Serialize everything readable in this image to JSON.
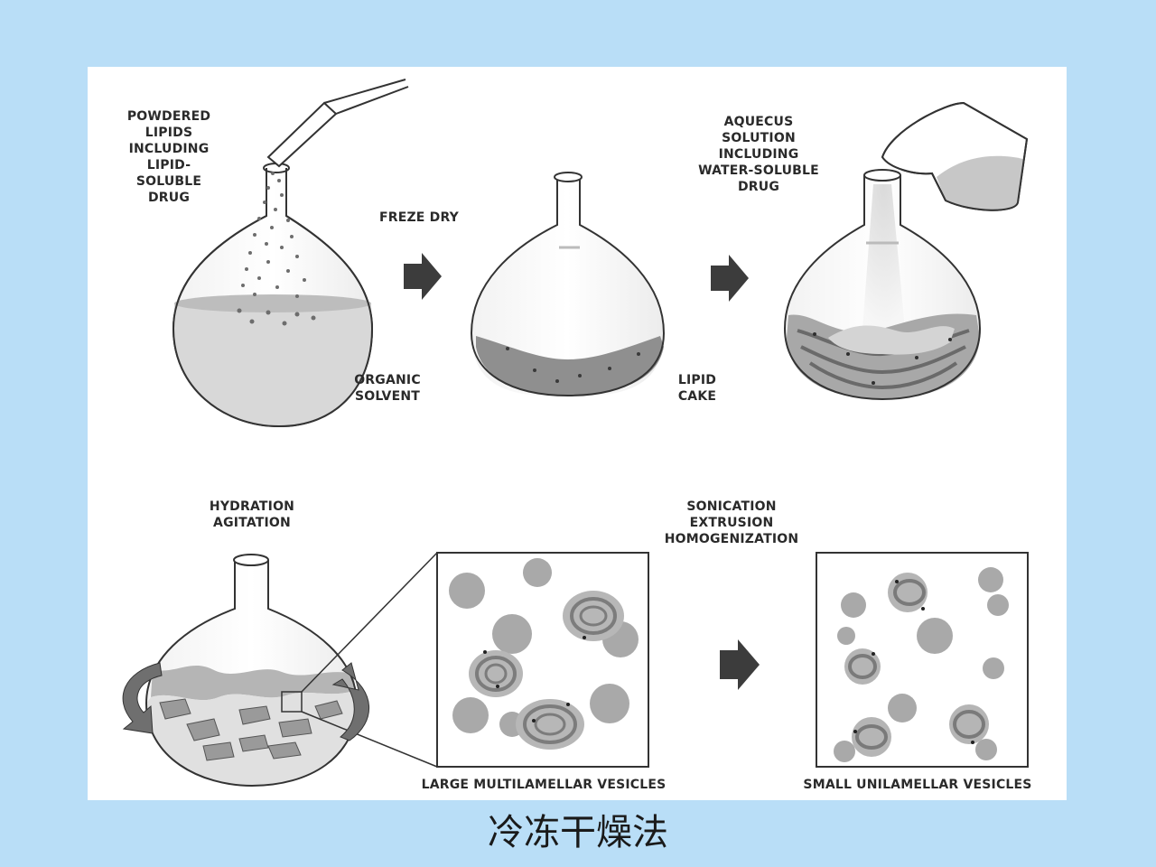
{
  "labels": {
    "powdered_lipids": "POWDERED\nLIPIDS\nINCLUDING\nLIPID-SOLUBLE\nDRUG",
    "organic_solvent": "ORGANIC\nSOLVENT",
    "freeze_dry": "FREZE DRY",
    "lipid_cake": "LIPID\nCAKE",
    "aqueous_solution": "AQUECUS\nSOLUTION\nINCLUDING\nWATER-SOLUBLE\nDRUG",
    "hydration_agitation": "HYDRATION\nAGITATION",
    "sonication": "SONICATION\nEXTRUSION\nHOMOGENIZATION",
    "large_vesicles": "LARGE MULTILAMELLAR VESICLES",
    "small_vesicles": "SMALL UNILAMELLAR VESICLES"
  },
  "caption": "冷冻干燥法"
}
